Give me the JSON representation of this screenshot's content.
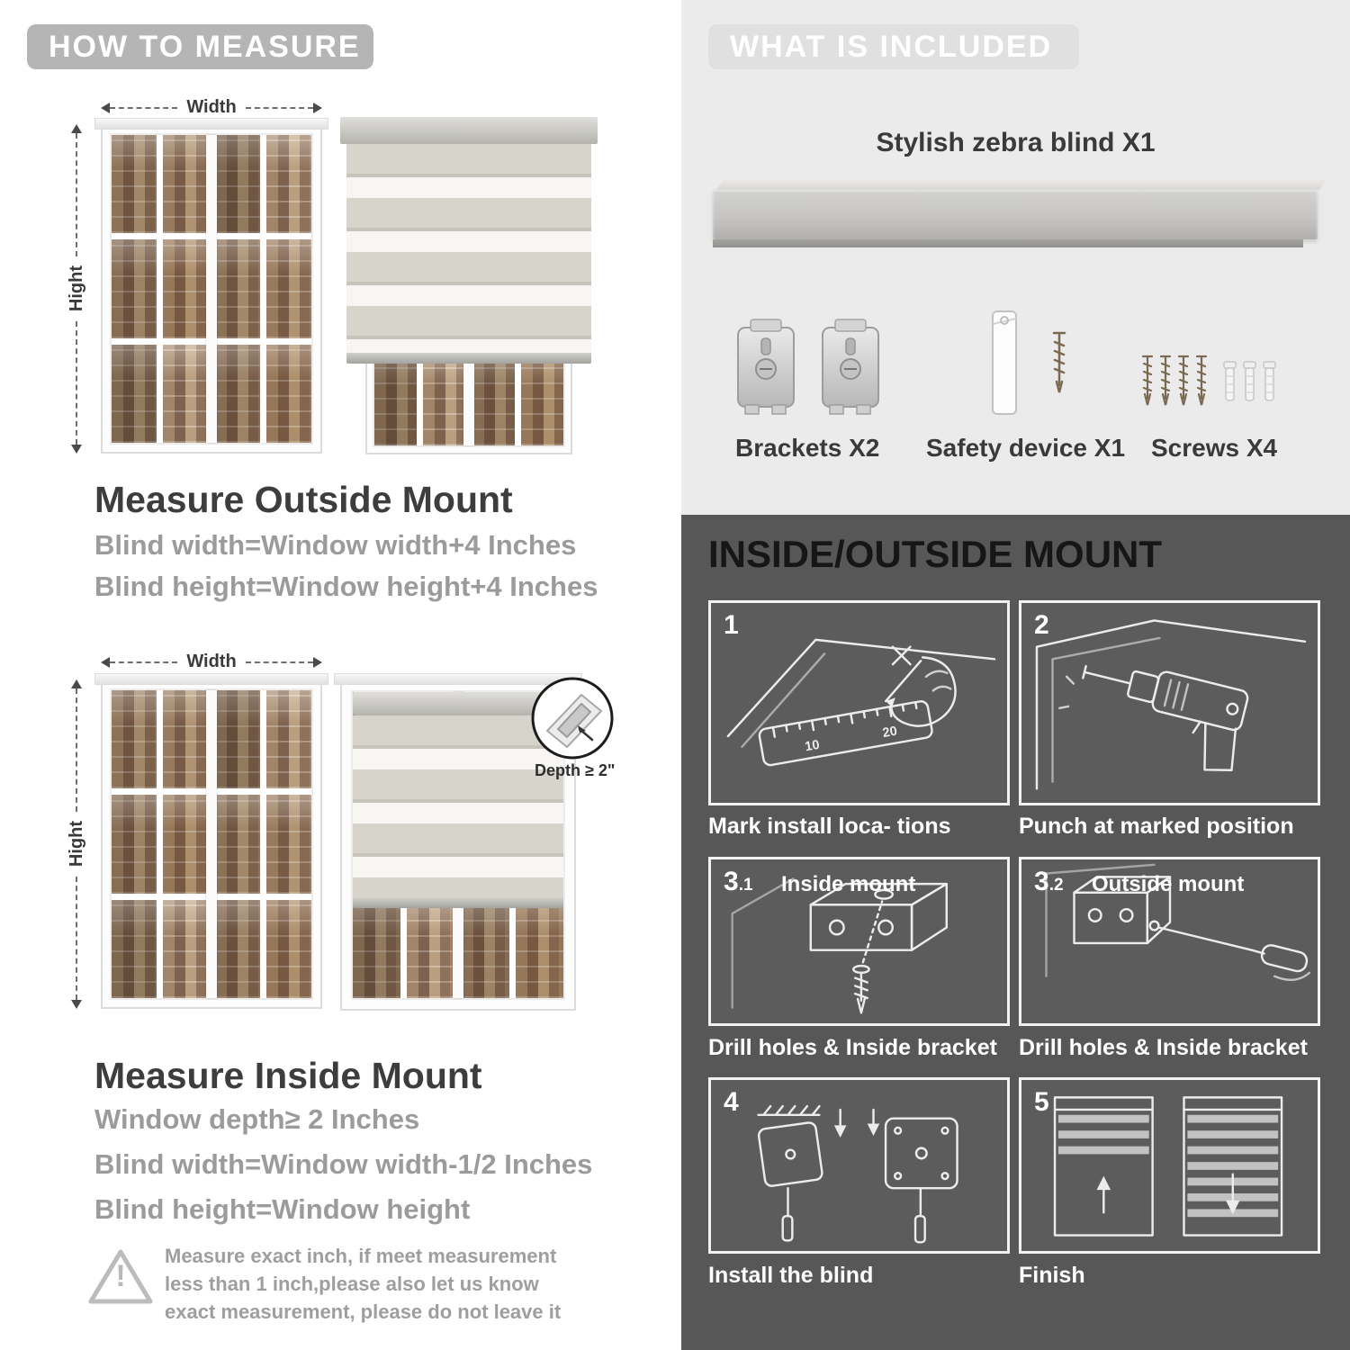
{
  "colors": {
    "banner_gray": "#b5b5b5",
    "light_section_bg": "#ebebeb",
    "dark_section_bg": "#575757",
    "heading_dark": "#3d3d3d",
    "body_gray": "#9b9b9b"
  },
  "how_to_measure": {
    "banner": "HOW TO MEASURE",
    "width_label": "Width",
    "height_label": "Hight",
    "outside": {
      "heading": "Measure Outside Mount",
      "lines": [
        "Blind width=Window width+4 Inches",
        "Blind height=Window height+4 Inches"
      ]
    },
    "inside": {
      "heading": "Measure Inside Mount",
      "depth_callout": "Depth ≥ 2\"",
      "lines": [
        "Window depth≥ 2 Inches",
        "Blind width=Window width-1/2 Inches",
        "Blind height=Window height"
      ]
    },
    "warning_mark": "!",
    "warning_text": "Measure exact inch, if meet measurement less than 1 inch,please also let us know exact measurement, please do not leave it"
  },
  "what_is_included": {
    "banner": "WHAT IS INCLUDED",
    "product_label": "Stylish zebra blind X1",
    "items": [
      {
        "label": "Brackets X2"
      },
      {
        "label": "Safety device X1"
      },
      {
        "label": "Screws X4"
      }
    ]
  },
  "mount_guide": {
    "title": "INSIDE/OUTSIDE MOUNT",
    "ruler_marks": [
      "10",
      "20"
    ],
    "steps": [
      {
        "num": "1",
        "num_small": "",
        "sub": "",
        "caption": "Mark install loca- tions"
      },
      {
        "num": "2",
        "num_small": "",
        "sub": "",
        "caption": "Punch at  marked position"
      },
      {
        "num": "3",
        "num_small": ".1",
        "sub": "Inside mount",
        "caption": "Drill holes &  Inside bracket"
      },
      {
        "num": "3",
        "num_small": ".2",
        "sub": "Outside mount",
        "caption": "Drill holes &  Inside bracket"
      },
      {
        "num": "4",
        "num_small": "",
        "sub": "",
        "caption": "Install the blind"
      },
      {
        "num": "5",
        "num_small": "",
        "sub": "",
        "caption": "Finish"
      }
    ]
  }
}
